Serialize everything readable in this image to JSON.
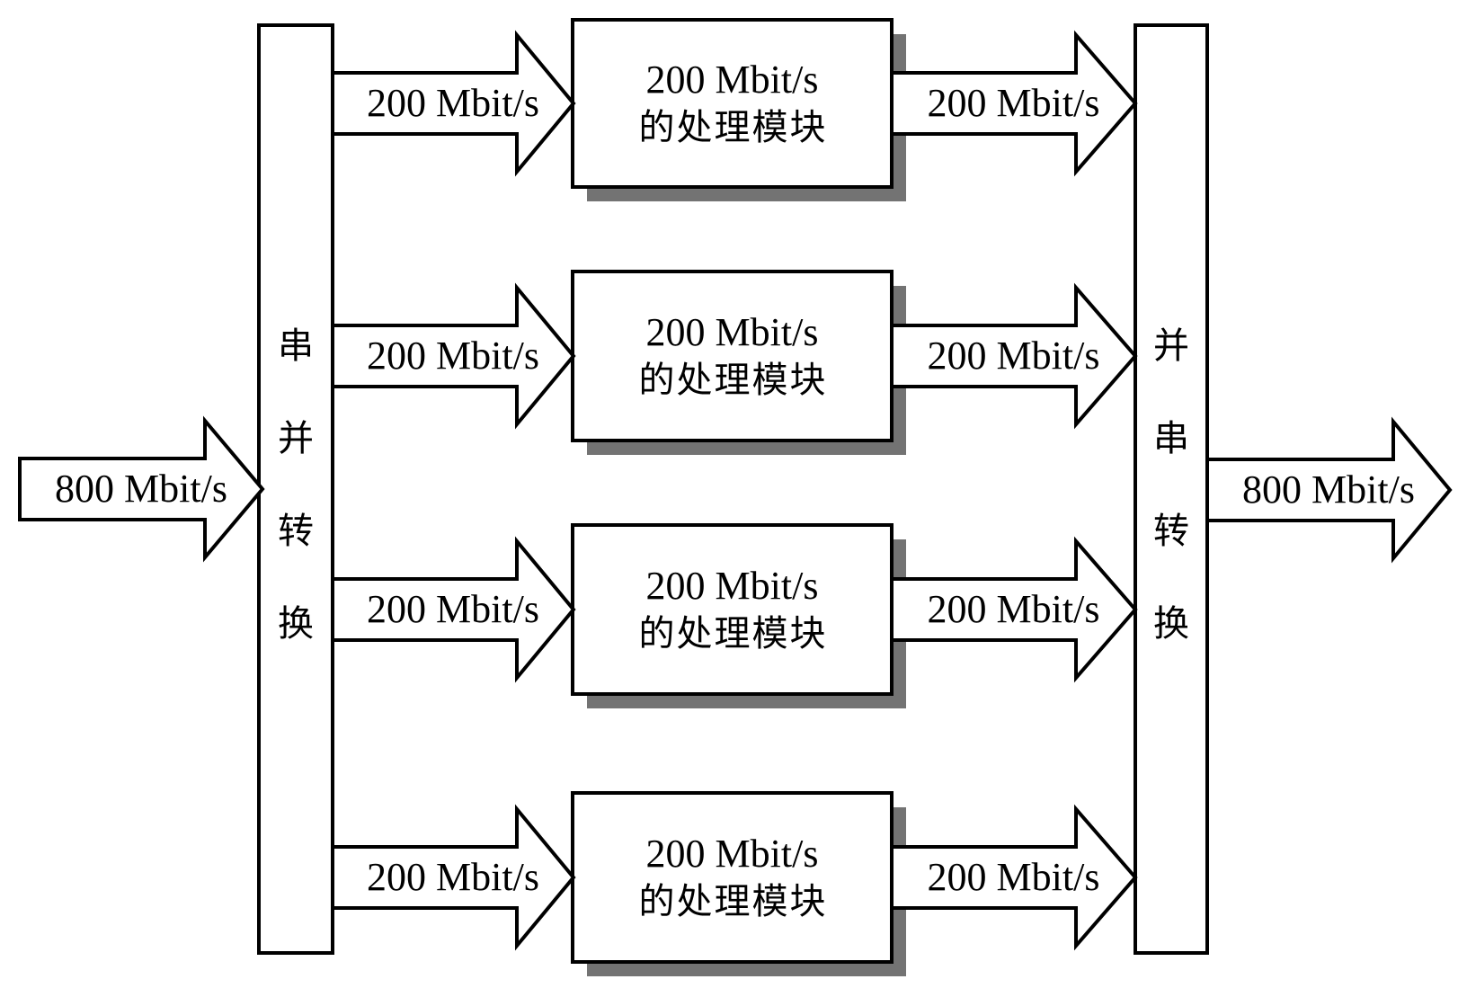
{
  "diagram": {
    "input": {
      "label": "800 Mbit/s"
    },
    "output": {
      "label": "800 Mbit/s"
    },
    "serial_to_parallel": {
      "label": "串并转换"
    },
    "parallel_to_serial": {
      "label": "并串转换"
    },
    "branches": [
      {
        "in": "200 Mbit/s",
        "module_line1": "200 Mbit/s",
        "module_line2": "的处理模块",
        "out": "200 Mbit/s"
      },
      {
        "in": "200 Mbit/s",
        "module_line1": "200 Mbit/s",
        "module_line2": "的处理模块",
        "out": "200 Mbit/s"
      },
      {
        "in": "200 Mbit/s",
        "module_line1": "200 Mbit/s",
        "module_line2": "的处理模块",
        "out": "200 Mbit/s"
      },
      {
        "in": "200 Mbit/s",
        "module_line1": "200 Mbit/s",
        "module_line2": "的处理模块",
        "out": "200 Mbit/s"
      }
    ]
  },
  "colors": {
    "line": "#000000",
    "fill": "#ffffff",
    "shadow": "#737373",
    "background": "#ffffff"
  }
}
